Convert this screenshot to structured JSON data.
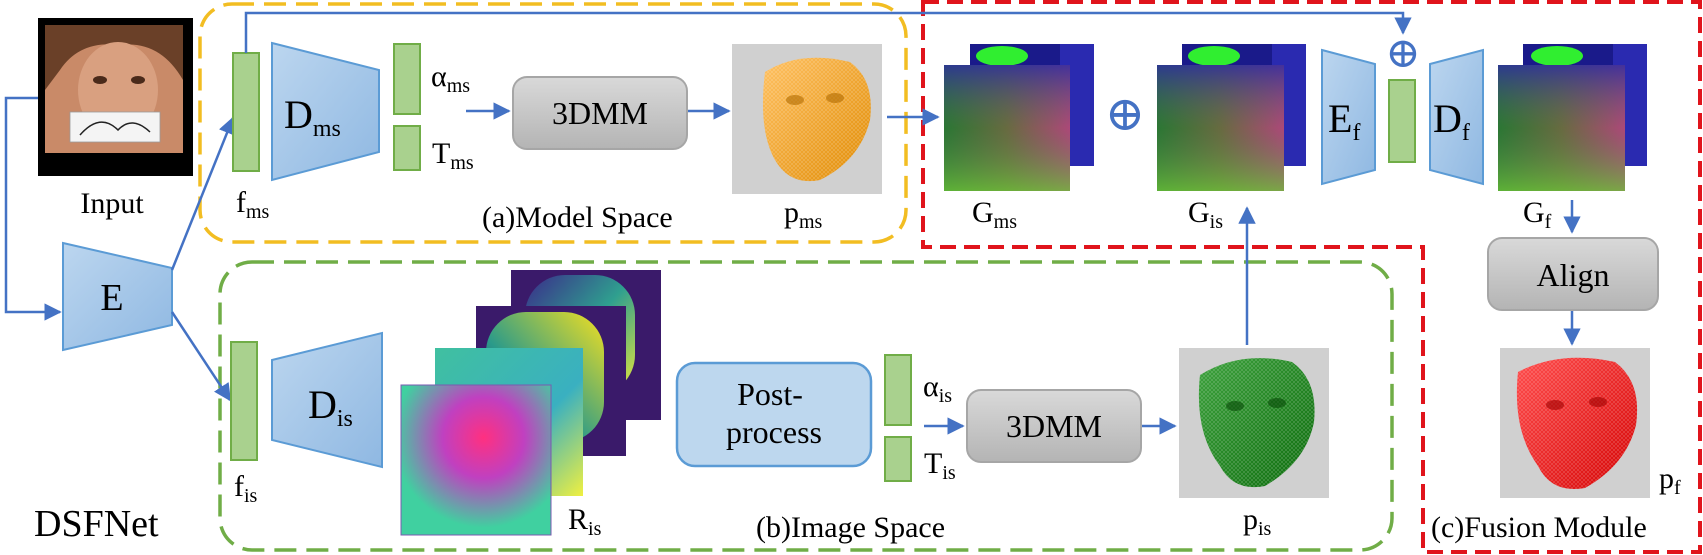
{
  "title": "DSFNet",
  "input_label": "Input",
  "encoder": {
    "label": "E"
  },
  "model_space": {
    "caption": "(a)Model Space",
    "feature": {
      "base": "f",
      "sub": "ms"
    },
    "decoder": {
      "base": "D",
      "sub": "ms"
    },
    "alpha": {
      "base": "α",
      "sub": "ms"
    },
    "trans": {
      "base": "T",
      "sub": "ms"
    },
    "module": "3DMM",
    "output": {
      "base": "p",
      "sub": "ms"
    }
  },
  "image_space": {
    "caption": "(b)Image Space",
    "feature": {
      "base": "f",
      "sub": "is"
    },
    "decoder": {
      "base": "D",
      "sub": "is"
    },
    "maps": {
      "base": "R",
      "sub": "is"
    },
    "postprocess": [
      "Post-",
      "process"
    ],
    "alpha": {
      "base": "α",
      "sub": "is"
    },
    "trans": {
      "base": "T",
      "sub": "is"
    },
    "module": "3DMM",
    "output": {
      "base": "p",
      "sub": "is"
    }
  },
  "fusion": {
    "caption": "(c)Fusion Module",
    "g_ms": {
      "base": "G",
      "sub": "ms"
    },
    "g_is": {
      "base": "G",
      "sub": "is"
    },
    "encoder": {
      "base": "E",
      "sub": "f"
    },
    "decoder": {
      "base": "D",
      "sub": "f"
    },
    "g_f": {
      "base": "G",
      "sub": "f"
    },
    "align": "Align",
    "output": {
      "base": "p",
      "sub": "f"
    },
    "plus_symbol": "⊕"
  },
  "colors": {
    "block_fill": "#9dc3e6",
    "block_stroke": "#5b9bd5",
    "feature_fill": "#a9d18e",
    "feature_stroke": "#70ad47",
    "arrow": "#4472c4",
    "model_box": "#f2bd22",
    "image_box": "#70ad47",
    "fusion_box": "#e0141c",
    "gray_box": "#c8c8c8"
  }
}
